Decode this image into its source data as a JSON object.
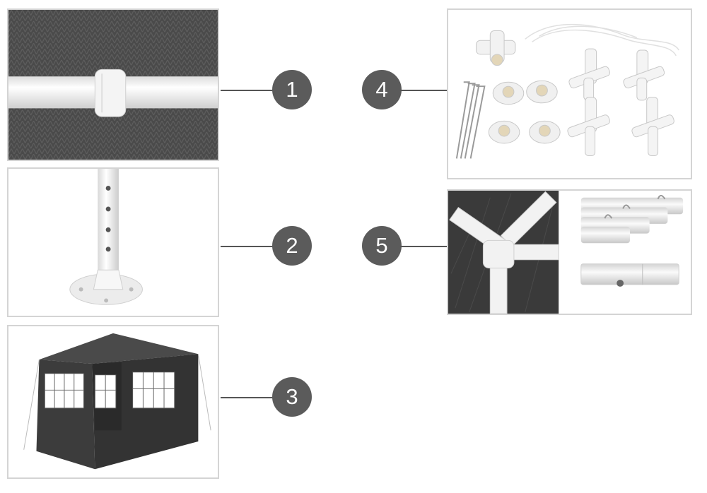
{
  "colors": {
    "badge": "#5b5b5b",
    "line": "#555555",
    "panel_border": "#d4d4d4",
    "fabric": "#3a3a3a",
    "pipe": "#f2f2f2"
  },
  "callouts": [
    {
      "number": "1",
      "subject": "pole-connector-velcro-strap"
    },
    {
      "number": "2",
      "subject": "adjustable-leg-with-foot-plate"
    },
    {
      "number": "3",
      "subject": "gazebo-with-side-walls"
    },
    {
      "number": "4",
      "subject": "connectors-feet-ground-pegs-ropes"
    },
    {
      "number": "5",
      "subject": "roof-joint-and-push-button-poles"
    }
  ]
}
